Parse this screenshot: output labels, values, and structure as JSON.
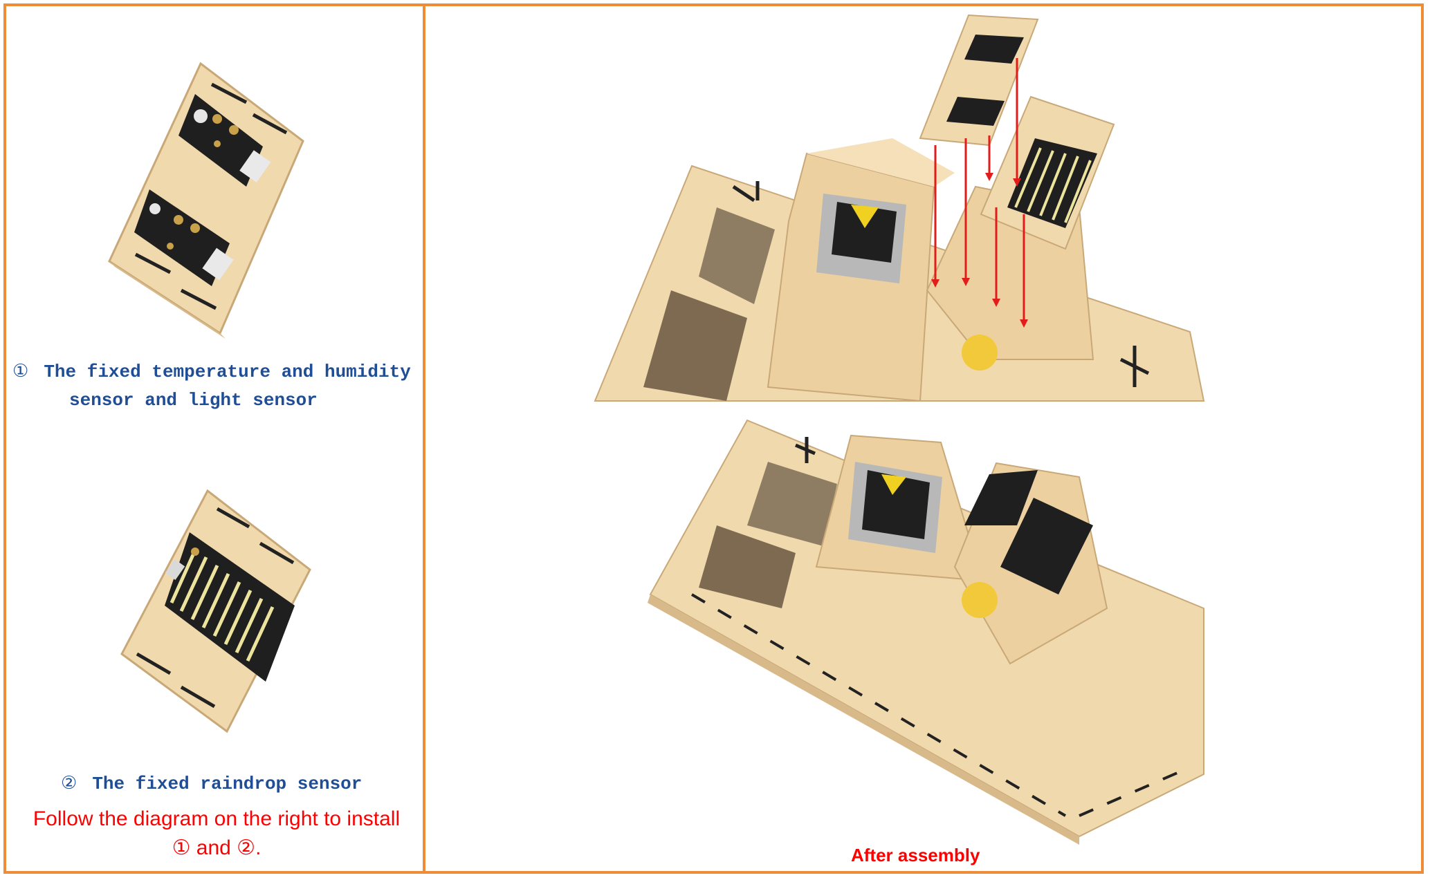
{
  "step1": {
    "number": "①",
    "caption_line1": "The fixed temperature and humidity",
    "caption_line2": "sensor and light sensor"
  },
  "step2": {
    "number": "②",
    "caption": "The fixed raindrop sensor"
  },
  "instruction": {
    "line1": "Follow the diagram on the right to install",
    "line2": "① and ②."
  },
  "right_panel": {
    "after_label": "After assembly"
  },
  "colors": {
    "border": "#ee8c37",
    "caption_blue": "#1f4e96",
    "instruction_red": "#ff0000",
    "wood": "#f1d9ae",
    "pcb": "#1f1f1f",
    "trace": "#ece39d"
  }
}
